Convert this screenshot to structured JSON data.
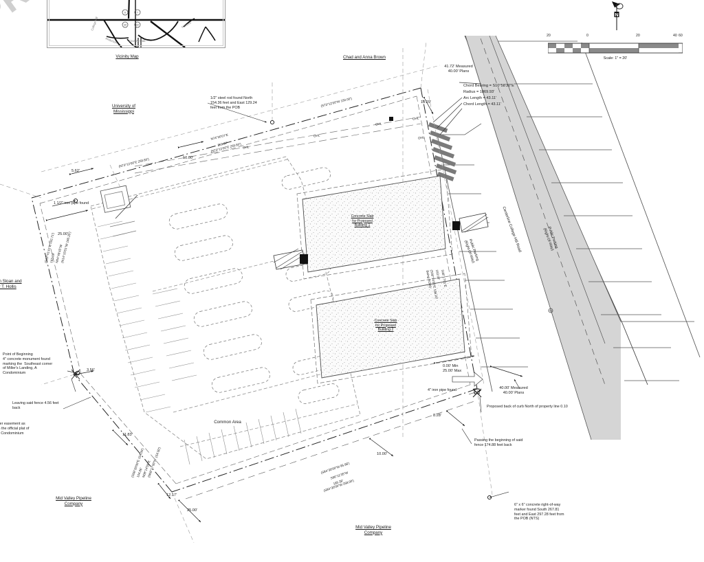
{
  "sheet": {
    "watermark": "PRELIM",
    "type": "preliminary-boundary-and-site-survey-plat",
    "background": "#ffffff",
    "line_color": "#1a1a1a"
  },
  "vicinity_map": {
    "title": "Vicinity Map",
    "street_labels": [
      "McElroy Dr",
      "Country Club",
      "Anderson",
      "Hathorn",
      "College Hill"
    ],
    "node_markers": [
      "6",
      "7",
      "30",
      "32"
    ]
  },
  "north_arrow": {
    "label": "N"
  },
  "scale_bar": {
    "ticks": [
      "20",
      "0",
      "20",
      "40",
      "60"
    ],
    "label": "Scale: 1\" = 20'"
  },
  "adjoiners": {
    "north": "Chad and Anna Brown",
    "west_upper": "University of\nMississippi",
    "west_mid": "William Sloan and\nJeffery T. Hollis",
    "southwest": "Mid Valley Pipeline\nCompany",
    "south": "Mid Valley Pipeline\nCompany"
  },
  "site_labels": {
    "building_1": "Concrete Slab\nfor Proposed\nBuilding 1",
    "building_2": "Concrete Slab\nfor Proposed\nBuilding 2",
    "common_area": "Common Area",
    "road_centerline": "Centerline College Hill Road",
    "public_parking_west": "Public Parking\n(Right-Of-Way)",
    "public_parking_east": "Public Parking\n(Right-Of-Way)"
  },
  "monument_notes": {
    "steel_rod": "1/2\" steel rod found North\n154.36 feet and East 129.24\nfeet from the POB",
    "iron_pipe_nw": "1 1/2\" iron pipe found",
    "iron_pipe_se": "4\" iron pipe found",
    "point_of_beginning": "Point of Beginning\n4\" concrete monument found\nmarking the  Southeast corner\nof Miller's Landing, A\nCondominium",
    "fence_note_west": "Leaving said fence 4.56 feet\nback",
    "fence_note_south": "Passing the beginning of said\nfence 174.88 feet back",
    "row_marker": "6\" x 6\" concrete right-of-way\nmarker found South 267.81\nfeet and East 297.28 feet from\nthe POB (NTS)",
    "sewer_easement": "sewer easement as\nn on the official plat of\n's, A Condominium",
    "curb_note": "Proposed back of curb North of property line 0.10"
  },
  "curve_data": {
    "chord_bearing": "Chord Bearing = S10°58'30\"E",
    "radius": "Radius = 1869.93'",
    "arc_length": "Arc Length = 43.11'",
    "chord_length": "Chord Length = 43.11'"
  },
  "dimensions": {
    "measured_41": "41.72' Measured\n40.00' Plans",
    "measured_40": "40.00' Measured\n40.00' Plans",
    "setback": "0.00' Min\n25.00' Max",
    "d_18_29": "18.29'",
    "d_5_62": "5.62'",
    "d_10_00_nw": "10.00'",
    "d_25_00_w": "25.00'",
    "d_3_56": "3.56'",
    "d_11_83": "11.83'",
    "d_12_17": "12.17'",
    "d_25_00_s": "25.00'",
    "d_10_00_s": "10.00'",
    "d_8_28": "8.28'"
  },
  "bearings": {
    "north_line_record": "(S73°12'00\"W 150.00')",
    "northwest_line": "N74°30'07\"E",
    "northwest_dist": "261.37'",
    "northwest_record": "(N73°12'00\"E 259.80')",
    "northwest_record2": "(N73°12'00\"E 259.80')",
    "west_line": "N04°48'45\"W",
    "west_dist": "163.09'",
    "west_record": "(S12°41'41\"E 192.71')",
    "west_record2": "(N14°15'01\"W 160.20')",
    "east_line": "S08°17'01\"E",
    "east_dist": "163.08'",
    "east_record": "(S08°14'00\"E 196.20'\nBeing ROW)",
    "south_line": "S86°11'35\"W",
    "south_dist": "185.38'",
    "south_record": "(S84°30'00\"W 95.98')",
    "south_record2": "(S84°30'00\"W 258.00')",
    "southwest_line": "N08°14'59\"E",
    "southwest_dist": "154.86'",
    "southwest_record": "(N08°17'00\"W 154.00')",
    "southwest_record2": "(S08°20'00\"E 154.00')",
    "overhead_utility": "OHL"
  }
}
